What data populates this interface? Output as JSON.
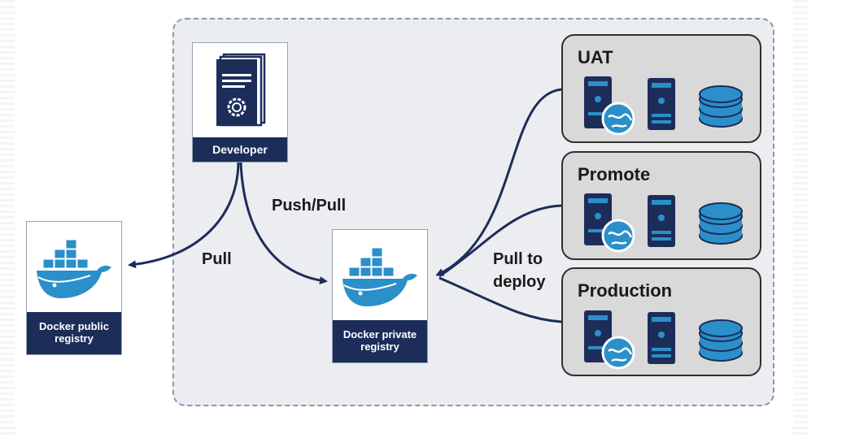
{
  "developer": {
    "label": "Developer",
    "icon": "developer-book-icon"
  },
  "public_registry": {
    "label": "Docker public registry",
    "icon": "docker-whale-icon"
  },
  "private_registry": {
    "label": "Docker private registry",
    "icon": "docker-whale-icon"
  },
  "edges": {
    "pull": "Pull",
    "push_pull": "Push/Pull",
    "pull_to_deploy_line1": "Pull to",
    "pull_to_deploy_line2": "deploy"
  },
  "environments": [
    {
      "name": "UAT",
      "icons": [
        "web-server-icon",
        "server-icon",
        "database-icon"
      ]
    },
    {
      "name": "Promote",
      "icons": [
        "web-server-icon",
        "server-icon",
        "database-icon"
      ]
    },
    {
      "name": "Production",
      "icons": [
        "web-server-icon",
        "server-icon",
        "database-icon"
      ]
    }
  ],
  "colors": {
    "navy": "#1c2d5a",
    "arrow": "#1c2d5a",
    "docker_blue": "#2b8fc9",
    "env_fill": "#d9d9d9",
    "container_fill": "#ecedf0"
  }
}
